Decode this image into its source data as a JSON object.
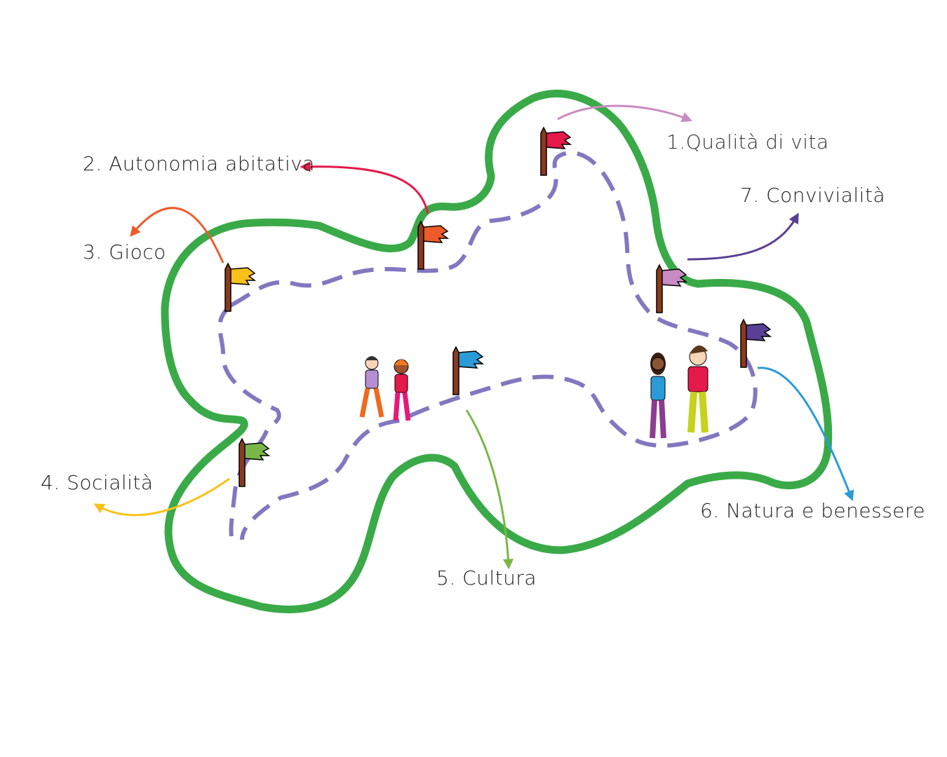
{
  "labels": {
    "l1": "1.Qualità di vita",
    "l2": "2. Autonomia abitativa",
    "l3": "3. Gioco",
    "l4": "4. Socialità",
    "l5": "5. Cultura",
    "l6": "6. Natura e benessere",
    "l7": "7. Convivialità"
  },
  "colors": {
    "outline": "#3aaa48",
    "path": "#8178c0",
    "pole": "#8b3a1e",
    "q1": "#c98bc2",
    "q2": "#e5194a",
    "q3": "#ef5a2a",
    "q4": "#f9c11a",
    "q5": "#7ab648",
    "q6": "#2a9bd7",
    "q7": "#5a3f96"
  }
}
